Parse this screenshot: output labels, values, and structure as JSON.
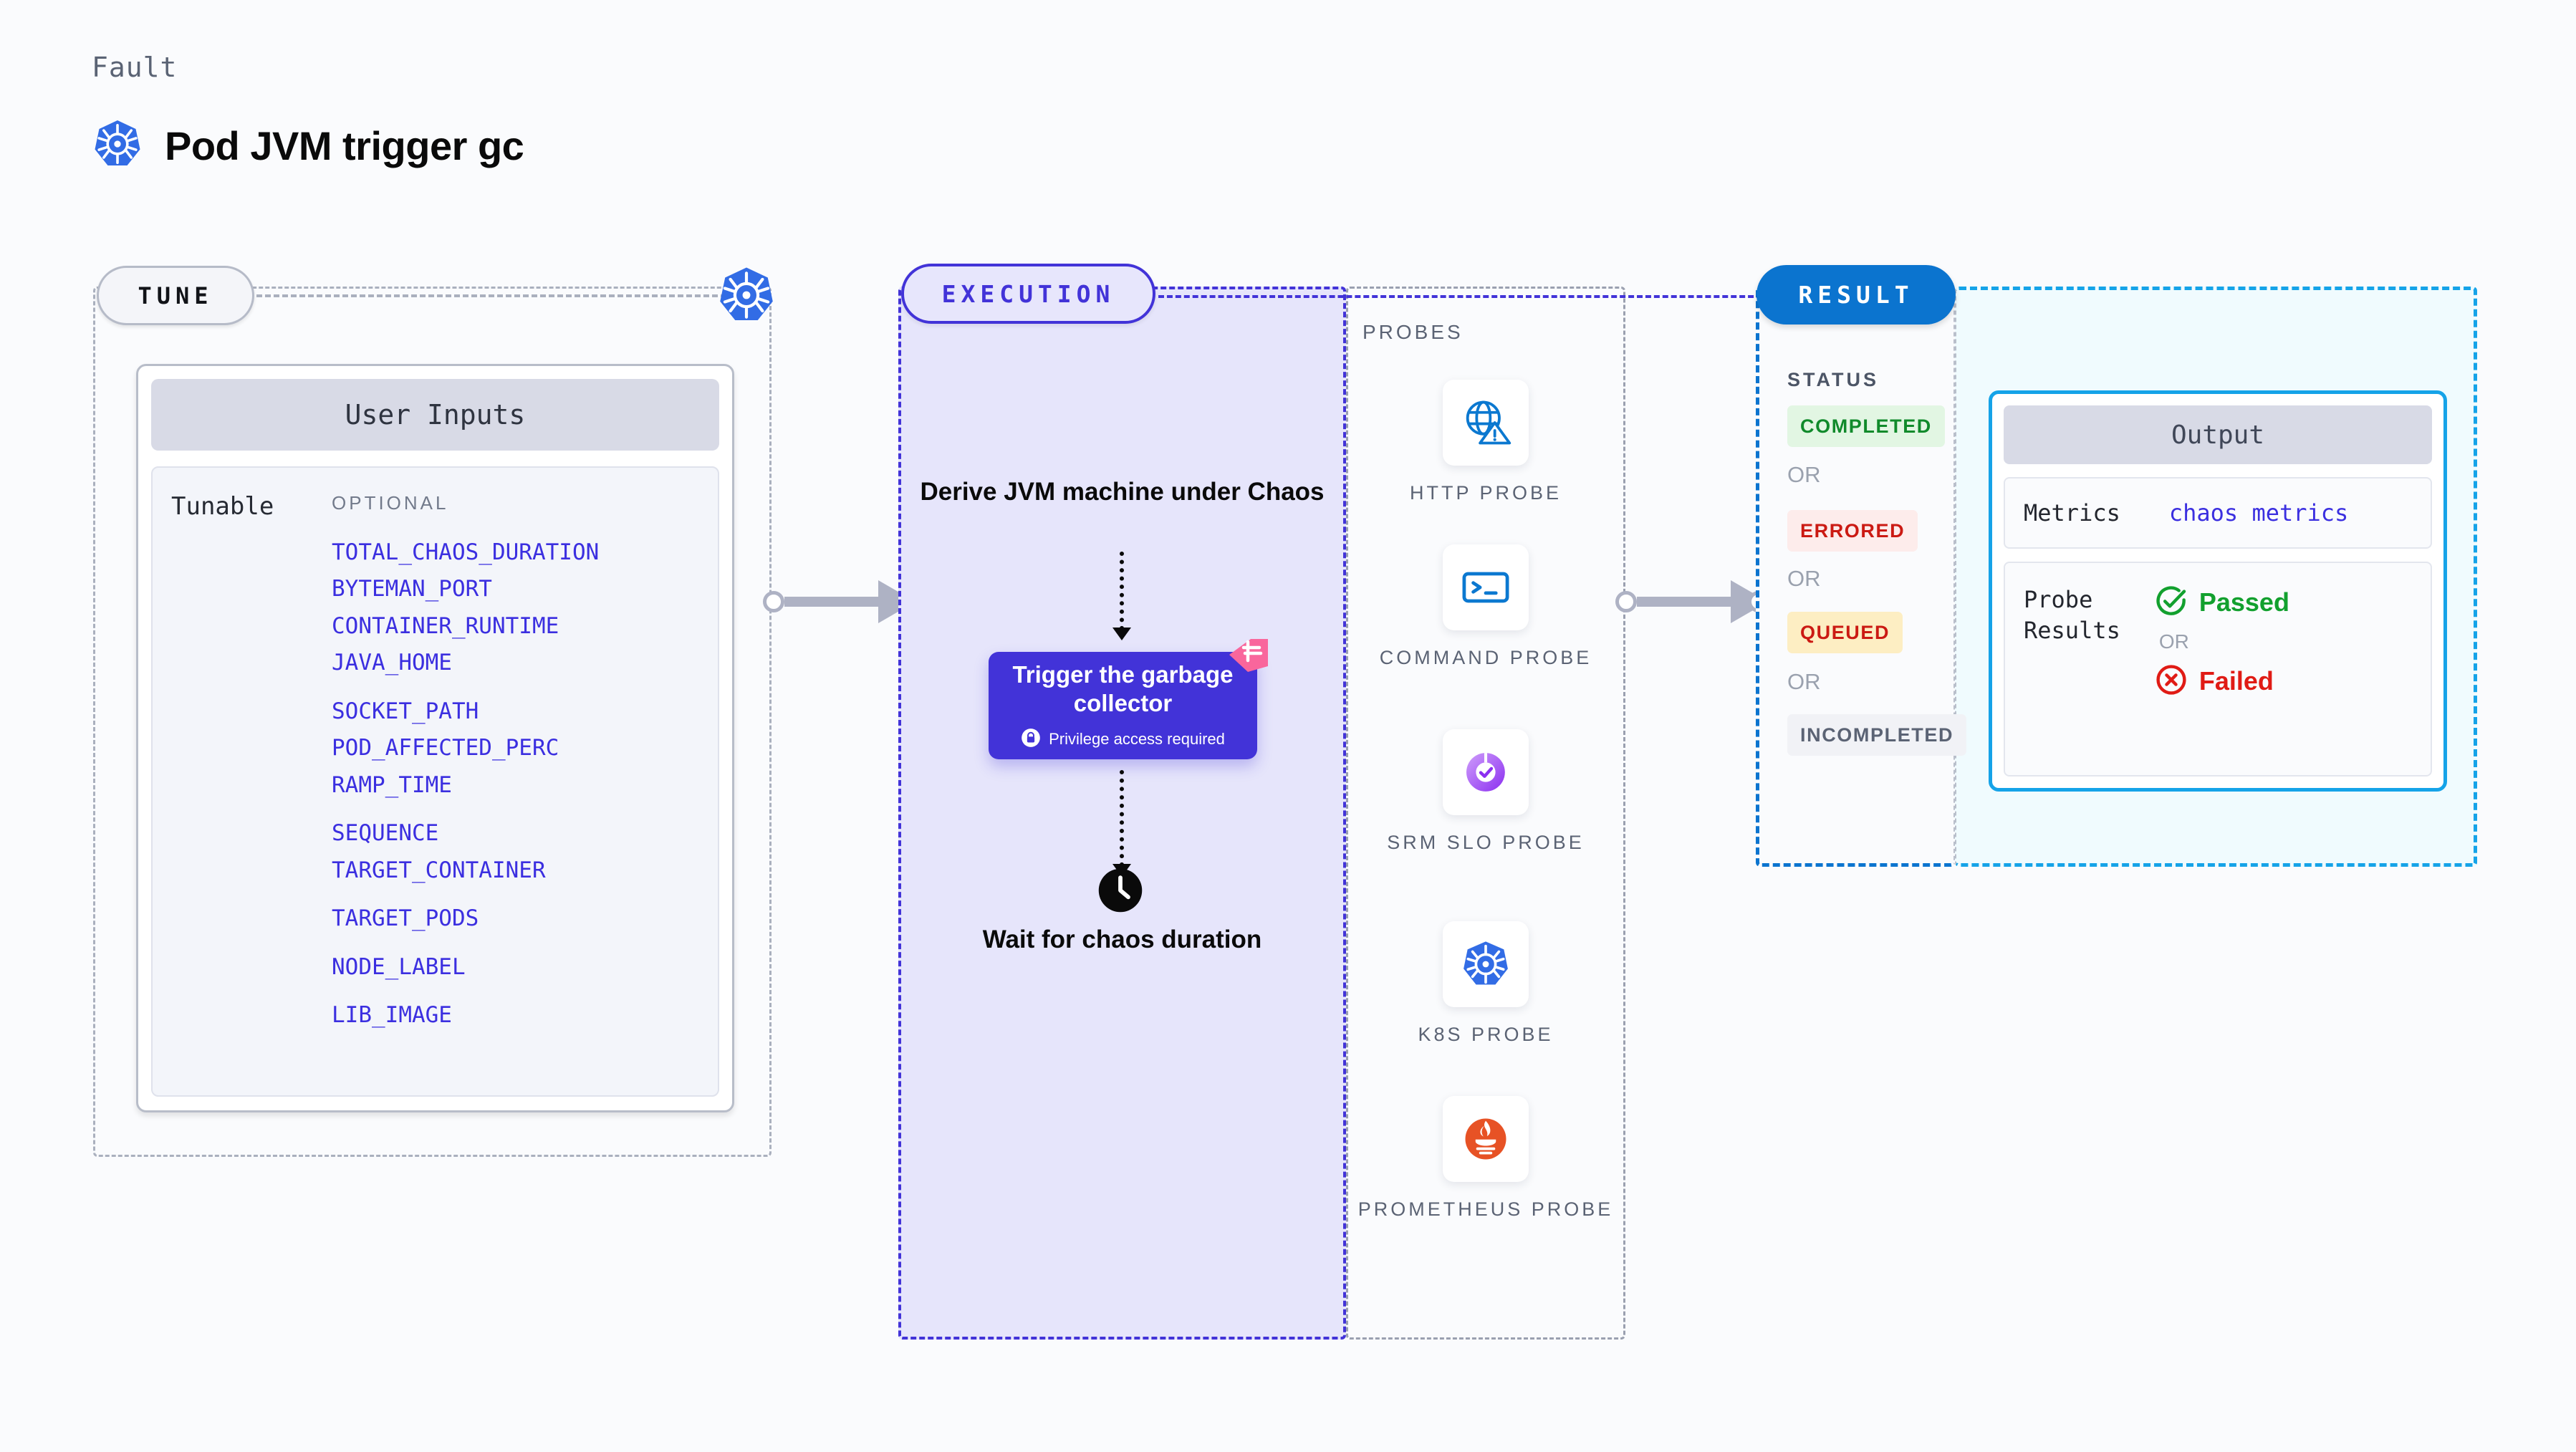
{
  "header": {
    "kicker": "Fault",
    "title": "Pod JVM trigger gc",
    "icon": "kubernetes-icon"
  },
  "tune": {
    "pill_label": "TUNE",
    "k8s_icon": "kubernetes-icon",
    "user_inputs": {
      "title": "User Inputs",
      "row_label": "Tunable",
      "group_label": "OPTIONAL",
      "items": [
        "TOTAL_CHAOS_DURATION",
        "BYTEMAN_PORT",
        "CONTAINER_RUNTIME",
        "JAVA_HOME",
        "SOCKET_PATH",
        "POD_AFFECTED_PERC",
        "RAMP_TIME",
        "SEQUENCE",
        "TARGET_CONTAINER",
        "TARGET_PODS",
        "NODE_LABEL",
        "LIB_IMAGE"
      ]
    }
  },
  "execution": {
    "pill_label": "EXECUTION",
    "step_derive": "Derive JVM machine under Chaos",
    "fault_card": {
      "title": "Trigger the garbage collector",
      "privilege_note": "Privilege access required",
      "lock_icon": "lock-icon",
      "badge_icon": "chaos-flag-icon"
    },
    "step_wait": "Wait for chaos duration",
    "clock_icon": "clock-icon"
  },
  "probes": {
    "label": "PROBES",
    "items": [
      {
        "name": "HTTP PROBE",
        "icon": "globe-warning-icon"
      },
      {
        "name": "COMMAND PROBE",
        "icon": "terminal-icon"
      },
      {
        "name": "SRM SLO PROBE",
        "icon": "slo-gauge-icon"
      },
      {
        "name": "K8S PROBE",
        "icon": "kubernetes-icon"
      },
      {
        "name": "PROMETHEUS PROBE",
        "icon": "prometheus-icon"
      }
    ]
  },
  "result": {
    "pill_label": "RESULT",
    "status_label": "STATUS",
    "or_label": "OR",
    "statuses": [
      {
        "label": "COMPLETED",
        "bg": "#e2f6e3",
        "fg": "#108a2b"
      },
      {
        "label": "ERRORED",
        "bg": "#fdeceb",
        "fg": "#cb1a13"
      },
      {
        "label": "QUEUED",
        "bg": "#fdeec3",
        "fg": "#cb1a13"
      },
      {
        "label": "INCOMPLETED",
        "bg": "#f1f2f6",
        "fg": "#5b6374"
      }
    ],
    "output": {
      "title": "Output",
      "metrics_key": "Metrics",
      "metrics_value": "chaos metrics",
      "probe_key": "Probe Results",
      "passed_label": "Passed",
      "passed_icon": "check-circle-icon",
      "passed_color": "#12a02e",
      "or_label": "OR",
      "failed_label": "Failed",
      "failed_icon": "x-circle-icon",
      "failed_color": "#e01b15"
    }
  },
  "connectors": {
    "tune_to_execution": "arrow-right-icon",
    "probes_to_result": "arrow-right-icon"
  }
}
